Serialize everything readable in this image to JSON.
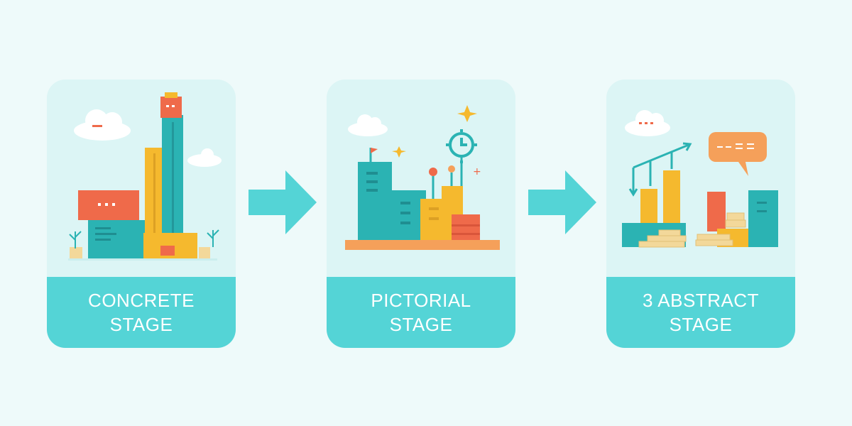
{
  "stages": [
    {
      "line1": "CONCRETE",
      "line2": "STAGE"
    },
    {
      "line1": "PICTORIAL",
      "line2": "STAGE"
    },
    {
      "line1": "3 ABSTRACT",
      "line2": "STAGE"
    }
  ],
  "icons": {
    "arrow_1": "right-arrow-icon",
    "arrow_2": "right-arrow-icon"
  },
  "colors": {
    "background": "#eefafa",
    "card_fill": "#dcf5f5",
    "label_band": "#54d4d6",
    "teal": "#2bb3b3",
    "yellow": "#f5b92e",
    "red": "#ef6a4a",
    "orange": "#f5a05a"
  }
}
